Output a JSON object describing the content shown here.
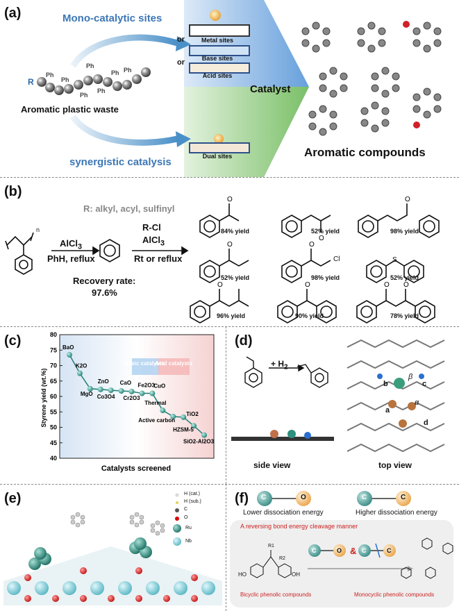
{
  "panels": {
    "a": {
      "label": "(a)",
      "mono": "Mono-catalytic sites",
      "synergistic": "synergistic catalysis",
      "or1": "or",
      "or2": "or",
      "metal": "Metal sites",
      "base": "Base sites",
      "acid": "Acid sites",
      "dual": "Dual sites",
      "catalyst": "Catalyst",
      "waste": "Aromatic plastic waste",
      "r": "R",
      "ph": "Ph",
      "aromatic": "Aromatic compounds"
    },
    "b": {
      "label": "(b)",
      "r_groups": "R: alkyl, acyl, sulfinyl",
      "reagent1": "AlCl",
      "reagent1_sub": "3",
      "cond1": "PhH, reflux",
      "reagent2a": "R-Cl",
      "reagent2b": "AlCl",
      "reagent2b_sub": "3",
      "cond2": "Rt or reflux",
      "recovery": "Recovery rate:",
      "recovery_val": "97.6%",
      "n": "n",
      "products": [
        {
          "yield": "84% yield"
        },
        {
          "yield": "52% yield"
        },
        {
          "yield": "98% yield"
        },
        {
          "yield": "52% yield"
        },
        {
          "yield": "98% yield",
          "cl": "Cl"
        },
        {
          "yield": "52% yield",
          "s": "S"
        },
        {
          "yield": "96% yield"
        },
        {
          "yield": "90% yield"
        },
        {
          "yield": "78% yield"
        }
      ]
    },
    "c": {
      "label": "(c)",
      "legend_basic": "Basic catalysts",
      "legend_acid": "Acid catalysts",
      "thermal": "Thermal"
    },
    "d": {
      "label": "(d)",
      "h2": "+ H",
      "h2_sub": "2",
      "side": "side view",
      "top": "top view",
      "site_labels": [
        "b",
        "c",
        "a",
        "d",
        "β",
        "α"
      ]
    },
    "e": {
      "label": "(e)",
      "legend": [
        "H (cat.)",
        "H (sub.)",
        "C",
        "O",
        "Ru",
        "Nb"
      ]
    },
    "f": {
      "label": "(f)",
      "lower": "Lower dissociation energy",
      "higher": "Higher dissociation energy",
      "c": "C",
      "o": "O",
      "amp": "&",
      "reversing": "A reversing bond energy cleavage manner",
      "bicyclic": "Bicyclic phenolic compounds",
      "monocyclic": "Monocyclic phenolic compounds",
      "ho": "HO",
      "oh": "OH",
      "r1": "R1",
      "r2": "R2"
    }
  },
  "chart_data": {
    "type": "scatter",
    "title": "",
    "xlabel": "Catalysts screened",
    "ylabel": "Styrene yield (wt.%)",
    "ylim": [
      40,
      80
    ],
    "yticks": [
      40,
      45,
      50,
      55,
      60,
      65,
      70,
      75,
      80
    ],
    "points": [
      {
        "label": "BaO",
        "y": 73.5
      },
      {
        "label": "K2O",
        "y": 67.5
      },
      {
        "label": "MgO",
        "y": 62.5
      },
      {
        "label": "ZnO",
        "y": 62.3
      },
      {
        "label": "Co3O4",
        "y": 62.0
      },
      {
        "label": "CaO",
        "y": 61.8
      },
      {
        "label": "Cr2O3",
        "y": 61.6
      },
      {
        "label": "Fe2O3",
        "y": 61.0
      },
      {
        "label": "CuO",
        "y": 61.0
      },
      {
        "label": "Thermal",
        "y": 55.5
      },
      {
        "label": "Active carbon",
        "y": 53.5
      },
      {
        "label": "TiO2",
        "y": 53.3
      },
      {
        "label": "HZSM-5",
        "y": 50.5
      },
      {
        "label": "SiO2-Al2O3",
        "y": 47.5
      }
    ]
  }
}
